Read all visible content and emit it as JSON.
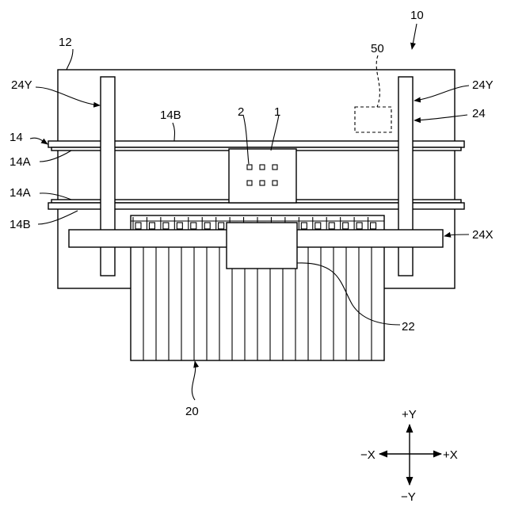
{
  "figure": {
    "labels": {
      "device": "10",
      "base": "12",
      "rail": "14",
      "rail_a_upper": "14A",
      "rail_a_lower": "14A",
      "rail_b_upper": "14B",
      "rail_b_lower": "14B",
      "gantry": "24",
      "gantry_y_left": "24Y",
      "gantry_y_right": "24Y",
      "gantry_x": "24X",
      "chip": "1",
      "pads": "2",
      "head": "20",
      "head_block": "22",
      "sensor": "50"
    },
    "axes": {
      "plus_y": "+Y",
      "minus_y": "−Y",
      "plus_x": "+X",
      "minus_x": "−X"
    }
  }
}
